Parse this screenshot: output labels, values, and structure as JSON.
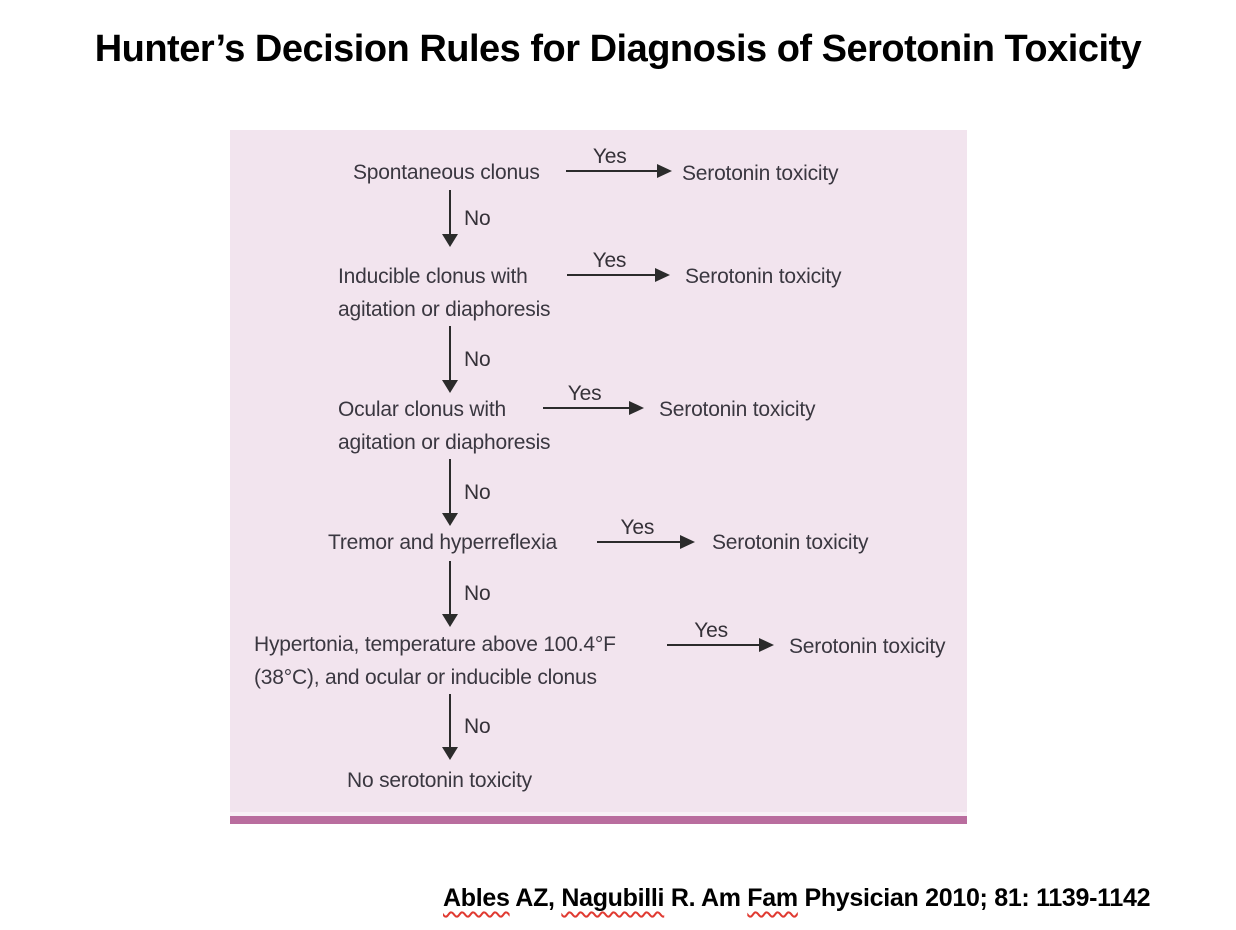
{
  "title": "Hunter’s Decision Rules for Diagnosis of Serotonin Toxicity",
  "flowchart": {
    "yes_label": "Yes",
    "no_label": "No",
    "steps": [
      {
        "condition": "Spontaneous clonus",
        "condition_line2": "",
        "yes_result": "Serotonin toxicity"
      },
      {
        "condition": "Inducible clonus with",
        "condition_line2": "agitation or diaphoresis",
        "yes_result": "Serotonin toxicity"
      },
      {
        "condition": "Ocular clonus with",
        "condition_line2": "agitation or diaphoresis",
        "yes_result": "Serotonin toxicity"
      },
      {
        "condition": "Tremor and hyperreflexia",
        "condition_line2": "",
        "yes_result": "Serotonin toxicity"
      },
      {
        "condition": "Hypertonia, temperature above 100.4°F",
        "condition_line2": "(38°C), and ocular or inducible clonus",
        "yes_result": "Serotonin toxicity"
      }
    ],
    "final_result": "No serotonin toxicity"
  },
  "citation": {
    "segments": [
      {
        "text": "Ables",
        "misspelled": true
      },
      {
        "text": " AZ, ",
        "misspelled": false
      },
      {
        "text": "Nagubilli",
        "misspelled": true
      },
      {
        "text": " R. Am ",
        "misspelled": false
      },
      {
        "text": "Fam",
        "misspelled": true
      },
      {
        "text": " Physician 2010; 81: 1139-1142",
        "misspelled": false
      }
    ]
  },
  "colors": {
    "panel_background": "#f2e4ee",
    "panel_bottom_bar": "#b96d9e",
    "arrow": "#2b2b2b",
    "flow_text": "#3a3740",
    "spellcheck_red": "#e03a31"
  }
}
